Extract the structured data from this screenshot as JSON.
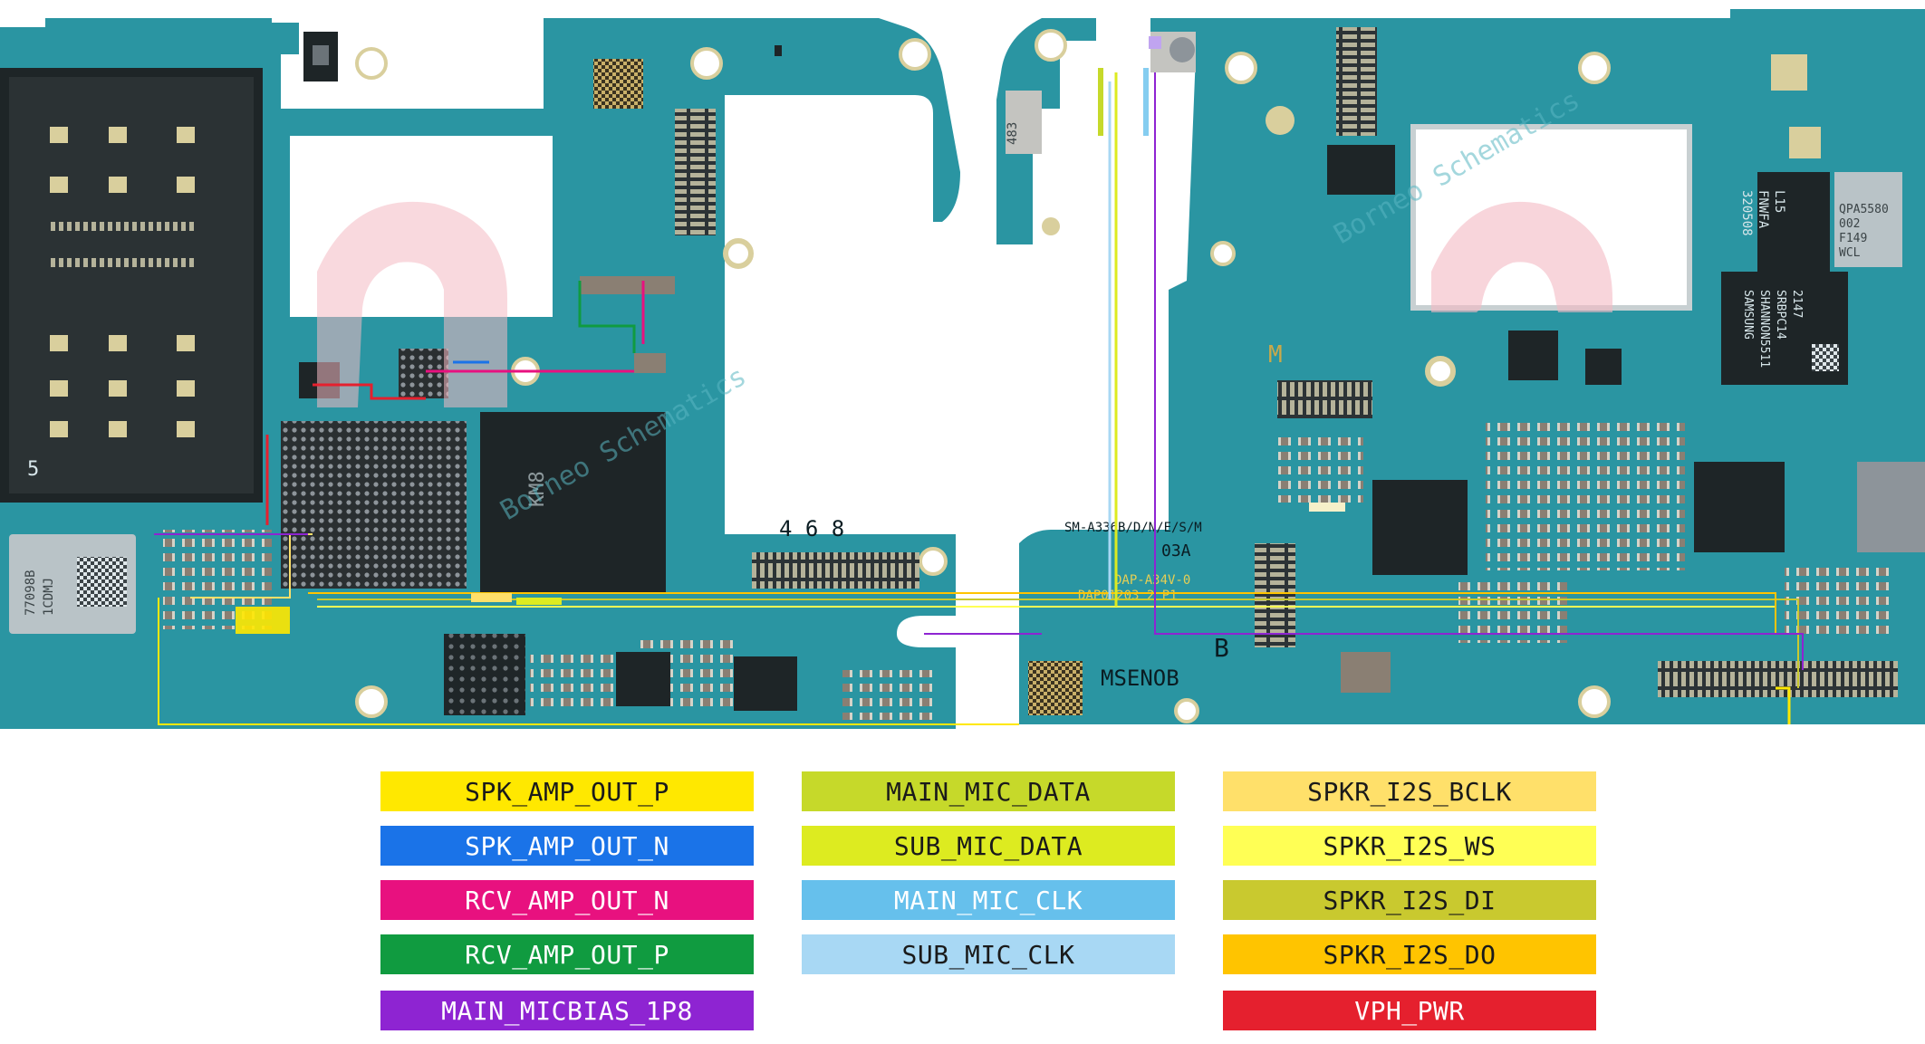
{
  "board": {
    "left_title": "Borneo Schematics",
    "right_title": "Borneo Schematics",
    "model_text": "SM-A336B/D/N/E/S/M",
    "rev_text": "03A",
    "board_code": "DAP-A34V-0",
    "board_code2": "DAP01203 2 P1",
    "mark_b": "B",
    "mark_m": "M",
    "board_name": "MSENOB",
    "chip_pmic": "483",
    "chip_l15": "L15",
    "chip_fnwfa": "FNWFA",
    "chip_320508": "320508",
    "chip_qpa": "QPA5580",
    "chip_002": "002",
    "chip_f149": "F149",
    "chip_wcl": "WCL",
    "chip_2147": "2147",
    "chip_shannon": "SHANNON5511",
    "chip_s": "SRBPC14",
    "chip_samsung": "SAMSUNG",
    "chip_left": "77098B",
    "chip_left2": "1CDMJ",
    "num_468": "4 6 8",
    "sim_5": "5"
  },
  "legend": [
    {
      "label": "SPK_AMP_OUT_P",
      "bg": "#FFE800",
      "fg": "#1a1a1a"
    },
    {
      "label": "MAIN_MIC_DATA",
      "bg": "#C6D92A",
      "fg": "#1a1a1a"
    },
    {
      "label": "SPKR_I2S_BCLK",
      "bg": "#FFE06A",
      "fg": "#1a1a1a"
    },
    {
      "label": "SPK_AMP_OUT_N",
      "bg": "#1A73E8",
      "fg": "#ffffff"
    },
    {
      "label": "SUB_MIC_DATA",
      "bg": "#DDEB20",
      "fg": "#1a1a1a"
    },
    {
      "label": "SPKR_I2S_WS",
      "bg": "#FFFF55",
      "fg": "#1a1a1a"
    },
    {
      "label": "RCV_AMP_OUT_N",
      "bg": "#E8117F",
      "fg": "#ffffff"
    },
    {
      "label": "MAIN_MIC_CLK",
      "bg": "#66C0EC",
      "fg": "#ffffff"
    },
    {
      "label": "SPKR_I2S_DI",
      "bg": "#C9C92F",
      "fg": "#1a1a1a"
    },
    {
      "label": "RCV_AMP_OUT_P",
      "bg": "#109B40",
      "fg": "#ffffff"
    },
    {
      "label": "SUB_MIC_CLK",
      "bg": "#A8D8F4",
      "fg": "#1a1a1a"
    },
    {
      "label": "SPKR_I2S_DO",
      "bg": "#FFC400",
      "fg": "#1a1a1a"
    },
    {
      "label": "MAIN_MICBIAS_1P8",
      "bg": "#8E24D2",
      "fg": "#ffffff"
    },
    {
      "label": "VPH_PWR",
      "bg": "#E5202E",
      "fg": "#ffffff"
    }
  ],
  "colors": {
    "pcb": "#2A95A2",
    "pcb_dark": "#1C6F7B",
    "chip": "#1e2527",
    "pad": "#d9cf9d"
  }
}
